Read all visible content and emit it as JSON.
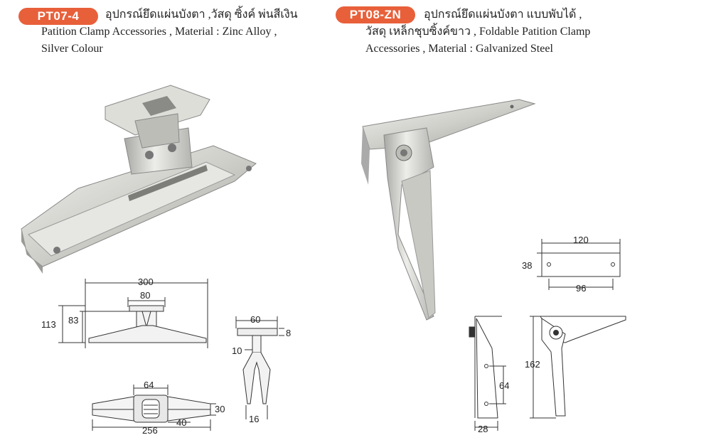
{
  "products": [
    {
      "code": "PT07-4",
      "lines": [
        "อุปกรณ์ยึดแผ่นบังตา ,วัสดุ ซิ้งค์ พ่นสีเงิน",
        "Patition Clamp Accessories , Material : Zinc Alloy ,",
        "Silver Colour"
      ],
      "dims": {
        "width_total": "300",
        "top_plate": "80",
        "height_total": "113",
        "height_body": "83",
        "side_width": "60",
        "plate_thickness": "8",
        "stem": "10",
        "fork": "16",
        "base_plate": "64",
        "length": "256",
        "offset": "40",
        "depth": "30"
      }
    },
    {
      "code": "PT08-ZN",
      "lines": [
        "อุปกรณ์ยึดแผ่นบังตา แบบพับได้ ,",
        "วัสดุ เหล็กชุบซิ้งค์ขาว , Foldable Patition Clamp",
        "Accessories , Material : Galvanized Steel"
      ],
      "dims": {
        "plate_length": "120",
        "plate_width": "38",
        "hole_spacing": "96",
        "height": "162",
        "side_hole_spacing": "64",
        "side_width": "28"
      }
    }
  ],
  "colors": {
    "badge": "#e8603a",
    "line": "#333333",
    "metal": "#d8d8d4"
  }
}
